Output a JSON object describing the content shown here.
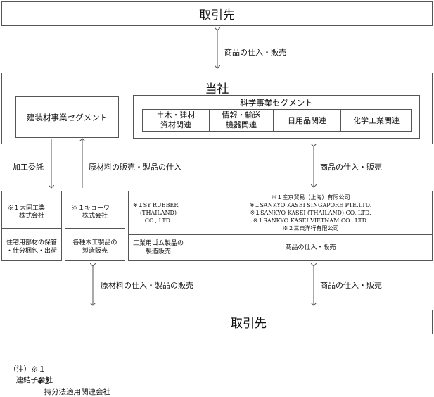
{
  "top_partner": {
    "label": "取引先"
  },
  "bottom_partner": {
    "label": "取引先"
  },
  "company": {
    "label": "当社"
  },
  "segments": {
    "building": {
      "label": "建装材事業セグメント"
    },
    "science": {
      "label": "科学事業セグメント",
      "divisions": [
        {
          "line1": "土木・建材",
          "line2": "資材関連"
        },
        {
          "line1": "情報・輸送",
          "line2": "機器関連"
        },
        {
          "line1": "日用品関連",
          "line2": ""
        },
        {
          "line1": "化学工業関連",
          "line2": ""
        }
      ]
    }
  },
  "flows": {
    "top": "商品の仕入・販売",
    "kako": "加工委託",
    "genzai": "原材料の販売・製品の仕入",
    "mid_right": "商品の仕入・販売",
    "bottom_left": "原材料の仕入・製品の販売",
    "bottom_right": "商品の仕入・販売"
  },
  "subsidiaries": {
    "daido": {
      "name1": "※１大同工業",
      "name2": "株式会社",
      "desc1": "住宅用部材の保管",
      "desc2": "・仕分梱包・出荷"
    },
    "kyowa": {
      "name1": "※１キョーワ",
      "name2": "株式会社",
      "desc1": "各種木工製品の",
      "desc2": "製造販売"
    },
    "sy": {
      "name1": "※１SY RUBBER",
      "name2": "(THAILAND)",
      "name3": "CO., LTD.",
      "desc1": "工業用ゴム製品の",
      "desc2": "製造販売"
    },
    "trading": {
      "names": [
        "※１産京貿易（上海）有限公司",
        "※１SANKYO KASEI SINGAPORE PTE.LTD.",
        "※１SANKYO KASEI (THAILAND) CO.,LTD.",
        "※１SANKYO KASEI VIETNAM CO., LTD.",
        "※２三東洋行有限公司"
      ],
      "desc": "商品の仕入・販売"
    }
  },
  "notes": {
    "line1_prefix": "（注）※１",
    "line1_text": "連結子会社",
    "line2_prefix": "※２",
    "line2_text": "持分法適用関連会社"
  }
}
